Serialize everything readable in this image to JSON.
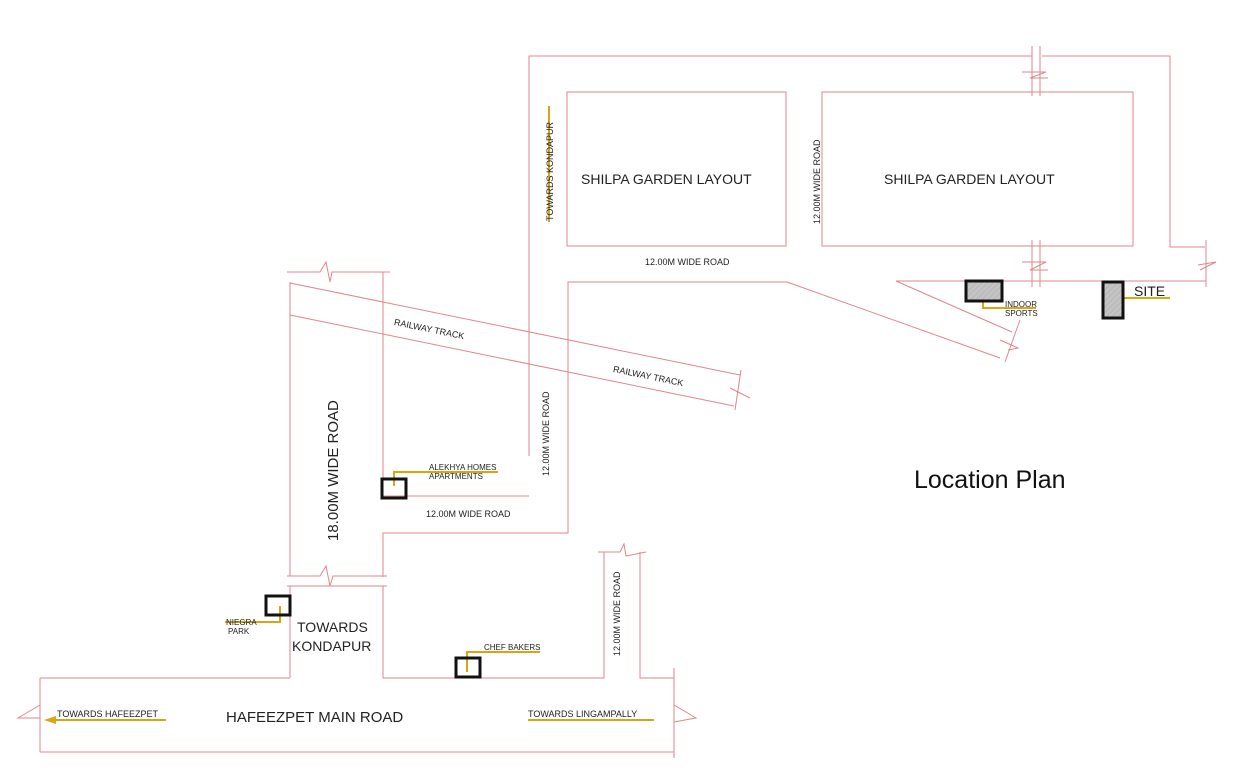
{
  "title": "Location Plan",
  "colors": {
    "road_line": "#e0868b",
    "leader": "#d9a514",
    "marker": "#111111",
    "marker_fill": "#bdbdbd",
    "text": "#222222"
  },
  "blocks": [
    {
      "label": "SHILPA GARDEN LAYOUT"
    },
    {
      "label": "SHILPA GARDEN LAYOUT"
    }
  ],
  "roads": {
    "top_12m_horizontal": "12.00M WIDE ROAD",
    "middle_12m_vertical": "12.00M WIDE ROAD",
    "mid_12m_vertical_between_blocks": "12.00M WIDE ROAD",
    "lower_12m_horizontal": "12.00M WIDE ROAD",
    "bottom_12m_vertical": "12.00M WIDE ROAD",
    "road_18m": "18.00M WIDE ROAD",
    "main_road": "HAFEEZPET MAIN ROAD"
  },
  "railway": [
    {
      "label": "RAILWAY TRACK"
    },
    {
      "label": "RAILWAY TRACK"
    }
  ],
  "directions": {
    "towards_kondapur_top": "TOWARDS KONDAPUR",
    "towards_kondapur_bottom_line1": "TOWARDS",
    "towards_kondapur_bottom_line2": "KONDAPUR",
    "towards_hafeezpet": "TOWARDS HAFEEZPET",
    "towards_lingampally": "TOWARDS LINGAMPALLY"
  },
  "landmarks": [
    {
      "id": "site",
      "label": "SITE",
      "highlighted": true
    },
    {
      "id": "indoor_sports",
      "label_line1": "INDOOR",
      "label_line2": "SPORTS",
      "highlighted": true
    },
    {
      "id": "alekhya",
      "label_line1": "ALEKHYA HOMES",
      "label_line2": "APARTMENTS"
    },
    {
      "id": "niegra",
      "label_line1": "NIEGRA",
      "label_line2": "PARK"
    },
    {
      "id": "chef_bakers",
      "label": "CHEF BAKERS"
    }
  ]
}
